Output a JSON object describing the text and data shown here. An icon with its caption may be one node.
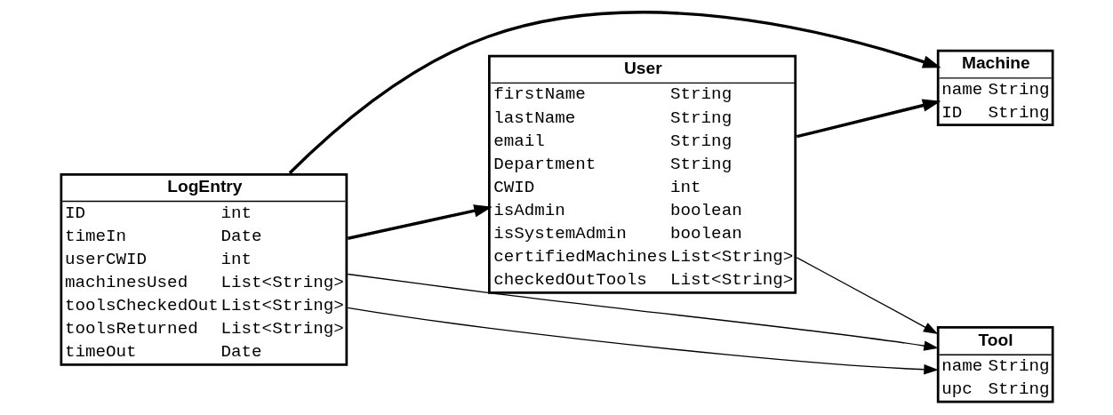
{
  "diagram": {
    "nodes": [
      {
        "text": [
          "User",
          "firstName",
          "String",
          "lastName",
          "String",
          "email",
          "String",
          "Department",
          "String",
          "CWID",
          "int",
          "isAdmin",
          "boolean",
          "isSystemAdmin",
          "boolean",
          "certifiedMachines",
          "List<String>",
          "checkedOutTools",
          "List<String>"
        ]
      },
      {
        "text": [
          "Machine",
          "name",
          "String",
          "ID",
          "String"
        ]
      },
      {
        "text": [
          "Tool",
          "name",
          "String",
          "upc",
          "String"
        ]
      },
      {
        "text": [
          "LogEntry",
          "ID",
          "int",
          "timeIn",
          "Date",
          "userCWID",
          "int",
          "machinesUsed",
          "List<String>",
          "toolsCheckedOut",
          "List<String>",
          "toolsReturned",
          "List<String>",
          "timeOut",
          "Date"
        ]
      }
    ],
    "edges": [
      {
        "from": 3,
        "to": 0,
        "arrow": "to",
        "style": "thick"
      },
      {
        "from": 0,
        "to": 1,
        "arrow": "to",
        "style": "thick"
      },
      {
        "from": 0,
        "to": 2,
        "arrow": "to"
      },
      {
        "from": 3,
        "to": 1,
        "arrow": "to",
        "style": "thick"
      },
      {
        "from": 3,
        "to": 2,
        "arrow": "to"
      },
      {
        "from": 3,
        "to": 2,
        "arrow": "to"
      }
    ]
  }
}
